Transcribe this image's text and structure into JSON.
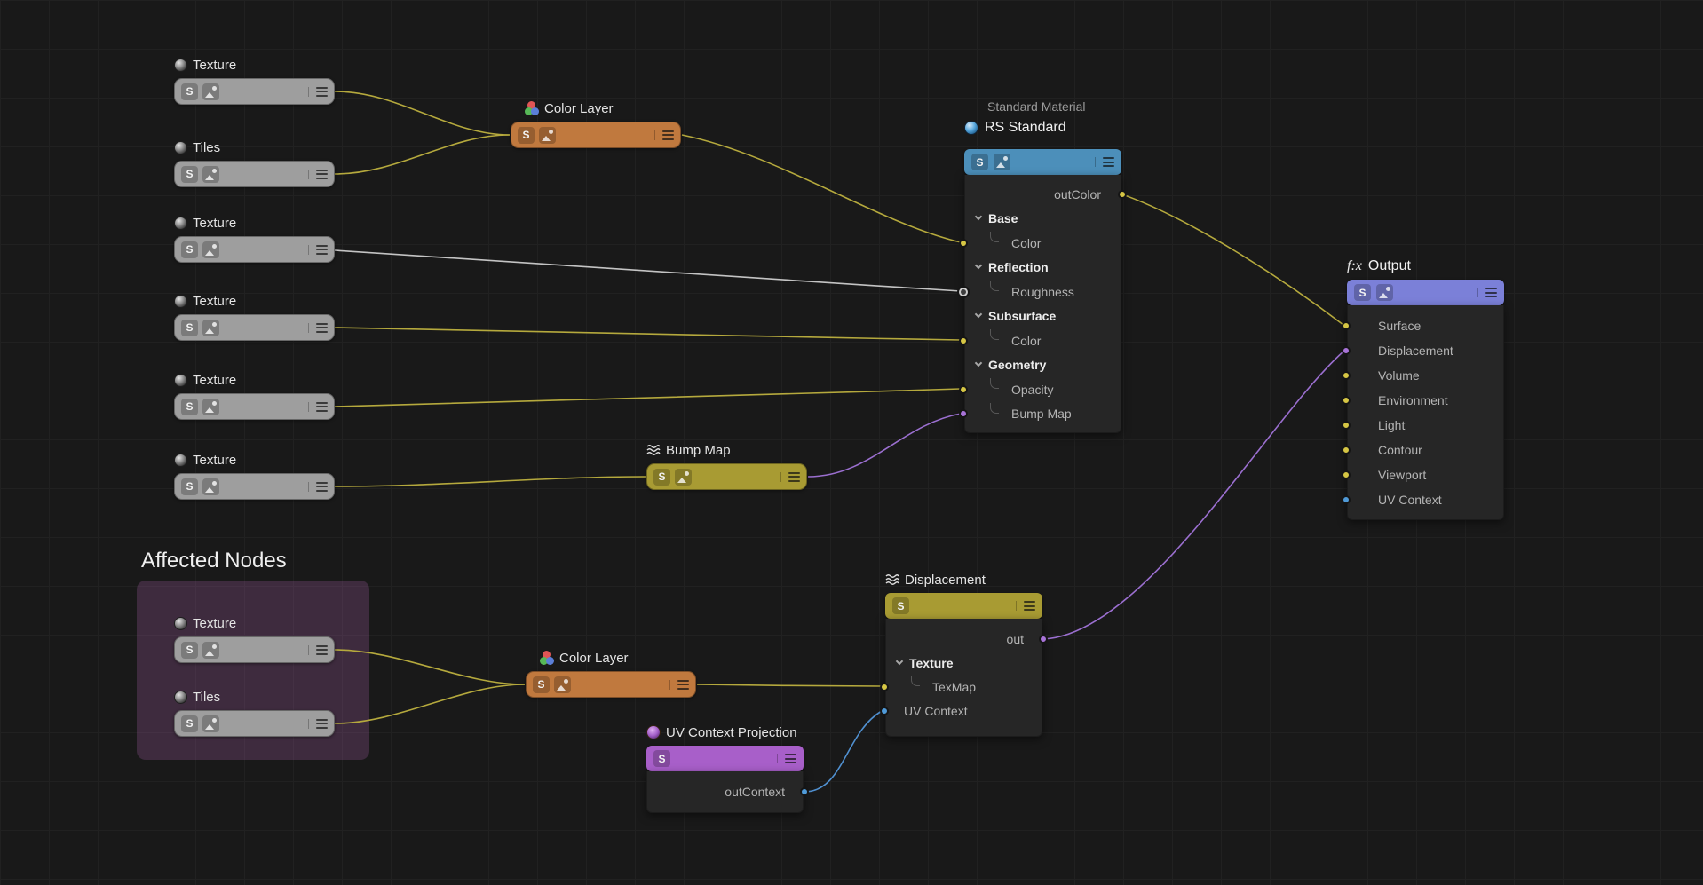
{
  "colors": {
    "wire_yellow": "#b5a93d",
    "wire_purple": "#9b6fd0",
    "wire_blue": "#5090d0",
    "wire_gray": "#c4c4c4",
    "port_yellow": "#d6c644",
    "port_purple": "#a873d8",
    "port_blue": "#4f9ad8",
    "bar_gray": "#9e9e9e",
    "bar_orange": "#c0793e",
    "bar_olive": "#a89b33",
    "header_blue": "#4c8fba",
    "header_periwinkle": "#7b80d8",
    "header_purple": "#a85fc9"
  },
  "icons": {
    "s_badge": "S",
    "fx": "f:x"
  },
  "section": {
    "title": "Affected Nodes"
  },
  "texture_nodes": [
    {
      "label": "Texture"
    },
    {
      "label": "Tiles"
    },
    {
      "label": "Texture"
    },
    {
      "label": "Texture"
    },
    {
      "label": "Texture"
    },
    {
      "label": "Texture"
    },
    {
      "label": "Texture"
    },
    {
      "label": "Tiles"
    }
  ],
  "color_layer_1": {
    "label": "Color Layer"
  },
  "color_layer_2": {
    "label": "Color Layer"
  },
  "bump_map": {
    "label": "Bump Map"
  },
  "rs_standard": {
    "supertitle": "Standard Material",
    "title": "RS Standard",
    "out_label": "outColor",
    "rows": [
      {
        "label": "Base"
      },
      {
        "label": "Color"
      },
      {
        "label": "Reflection"
      },
      {
        "label": "Roughness"
      },
      {
        "label": "Subsurface"
      },
      {
        "label": "Color"
      },
      {
        "label": "Geometry"
      },
      {
        "label": "Opacity"
      },
      {
        "label": "Bump Map"
      }
    ]
  },
  "output_node": {
    "title": "Output",
    "rows": [
      {
        "label": "Surface"
      },
      {
        "label": "Displacement"
      },
      {
        "label": "Volume"
      },
      {
        "label": "Environment"
      },
      {
        "label": "Light"
      },
      {
        "label": "Contour"
      },
      {
        "label": "Viewport"
      },
      {
        "label": "UV Context"
      }
    ]
  },
  "displacement_node": {
    "title": "Displacement",
    "out_label": "out",
    "rows": [
      {
        "label": "Texture"
      },
      {
        "label": "TexMap"
      },
      {
        "label": "UV Context"
      }
    ]
  },
  "uv_projection": {
    "title": "UV Context Projection",
    "out_label": "outContext"
  }
}
